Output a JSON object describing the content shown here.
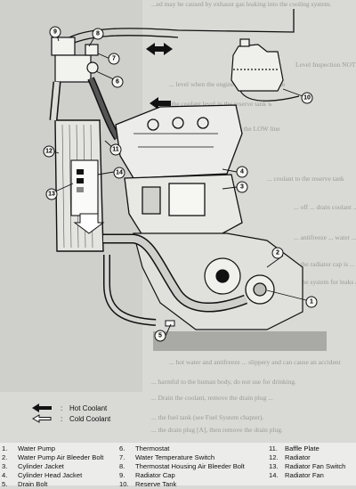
{
  "background_text": [
    "...ed may be caused by exhaust gas leaking into the cooling system.",
    "Level Inspection NOTE",
    "... level when the engine is cold (room or ambient temper-",
    "... the coolant level in the reserve tank with the motorcy-",
    "... coolant level is lower than the LOW line, remove the tank",
    "... coolant to the reserve tank",
    "... off ... drain coolant ...",
    "... antifreeze ... water ...",
    "... the radiator cap is ... coolant ...",
    "... the system for leaks and hoses.",
    "... hot water and antifreeze ... slippery and can cause an accident",
    "... harmful to the human body, do not use for drinking.",
    "... Drain the coolant, remove the drain plug ...",
    "... the fuel tank (see Fuel System chapter).",
    "... the drain plug [A], then remove the drain plug."
  ],
  "callouts": [
    "1",
    "2",
    "3",
    "4",
    "5",
    "6",
    "7",
    "8",
    "9",
    "10",
    "11",
    "12",
    "13",
    "14"
  ],
  "legend": {
    "hot_symbol": "solid-arrow-left",
    "hot_label": "Hot Coolant",
    "cold_symbol": "hollow-arrow-left",
    "cold_label": "Cold Coolant",
    "colon": ":"
  },
  "parts": [
    {
      "num": "1.",
      "name": "Water Pump"
    },
    {
      "num": "2.",
      "name": "Water Pump Air Bleeder Bolt"
    },
    {
      "num": "3.",
      "name": "Cylinder Jacket"
    },
    {
      "num": "4.",
      "name": "Cylinder Head Jacket"
    },
    {
      "num": "5.",
      "name": "Drain Bolt"
    },
    {
      "num": "6.",
      "name": "Thermostat"
    },
    {
      "num": "7.",
      "name": "Water Temperature Switch"
    },
    {
      "num": "8.",
      "name": "Thermostat Housing Air Bleeder Bolt"
    },
    {
      "num": "9.",
      "name": "Radiator Cap"
    },
    {
      "num": "10.",
      "name": "Reserve Tank"
    },
    {
      "num": "11.",
      "name": "Baffle Plate"
    },
    {
      "num": "12.",
      "name": "Radiator"
    },
    {
      "num": "13.",
      "name": "Radiator Fan Switch"
    },
    {
      "num": "14.",
      "name": "Radiator Fan"
    }
  ],
  "colors": {
    "paper": "#d9d9d6",
    "ink": "#111111",
    "hot": "#111111",
    "cold": "#ffffff"
  }
}
